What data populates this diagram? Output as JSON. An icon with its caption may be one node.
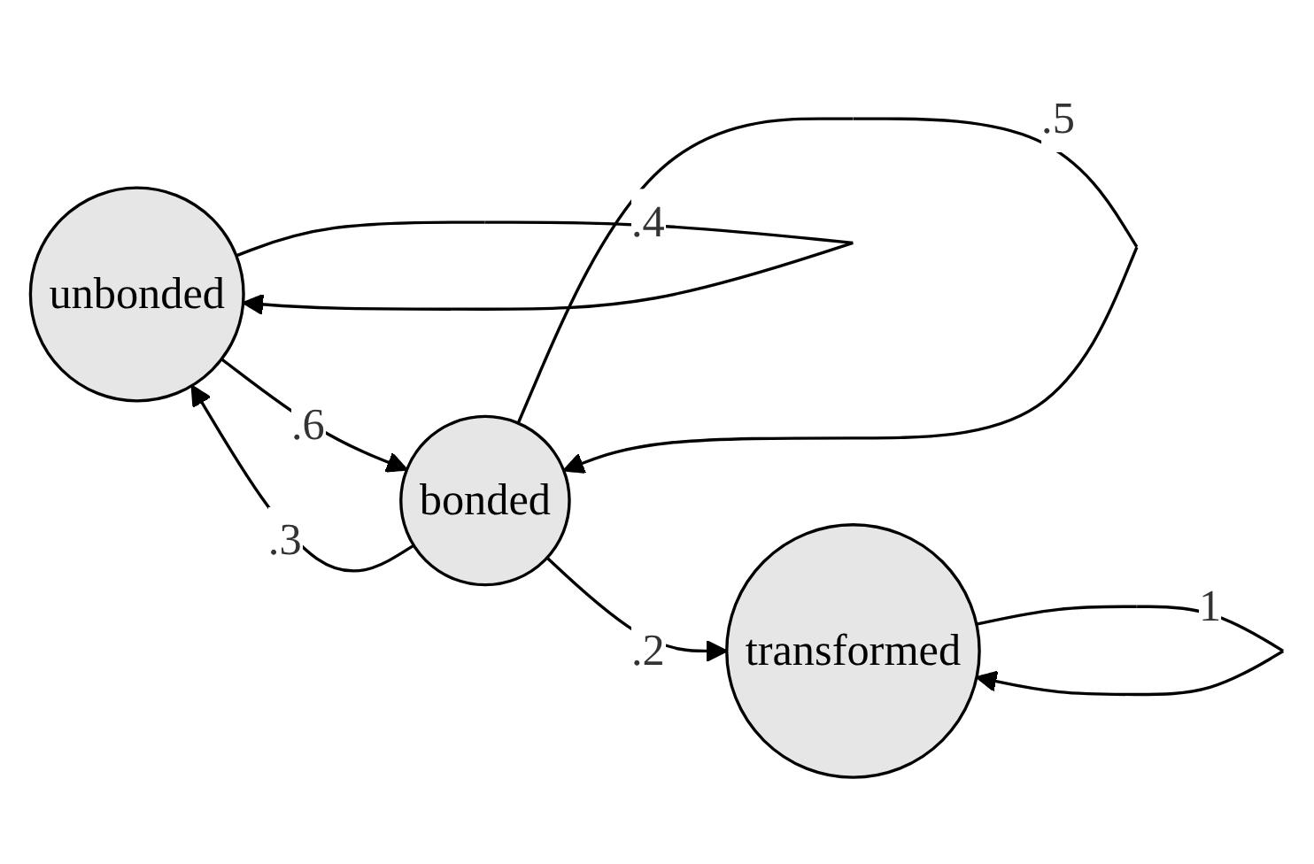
{
  "diagram": {
    "nodes": [
      {
        "text": [
          "unbonded"
        ]
      },
      {
        "text": [
          "bonded"
        ]
      },
      {
        "text": [
          "transformed"
        ]
      }
    ],
    "edges": [
      {
        "from": 0,
        "to": 0,
        "arrow": "to",
        "label": ".4"
      },
      {
        "from": 0,
        "to": 1,
        "arrow": "to",
        "label": ".6"
      },
      {
        "from": 1,
        "to": 0,
        "arrow": "to",
        "label": ".3"
      },
      {
        "from": 1,
        "to": 1,
        "arrow": "to",
        "label": ".5"
      },
      {
        "from": 1,
        "to": 2,
        "arrow": "to",
        "label": ".2"
      },
      {
        "from": 2,
        "to": 2,
        "arrow": "to",
        "label": "1"
      }
    ]
  }
}
